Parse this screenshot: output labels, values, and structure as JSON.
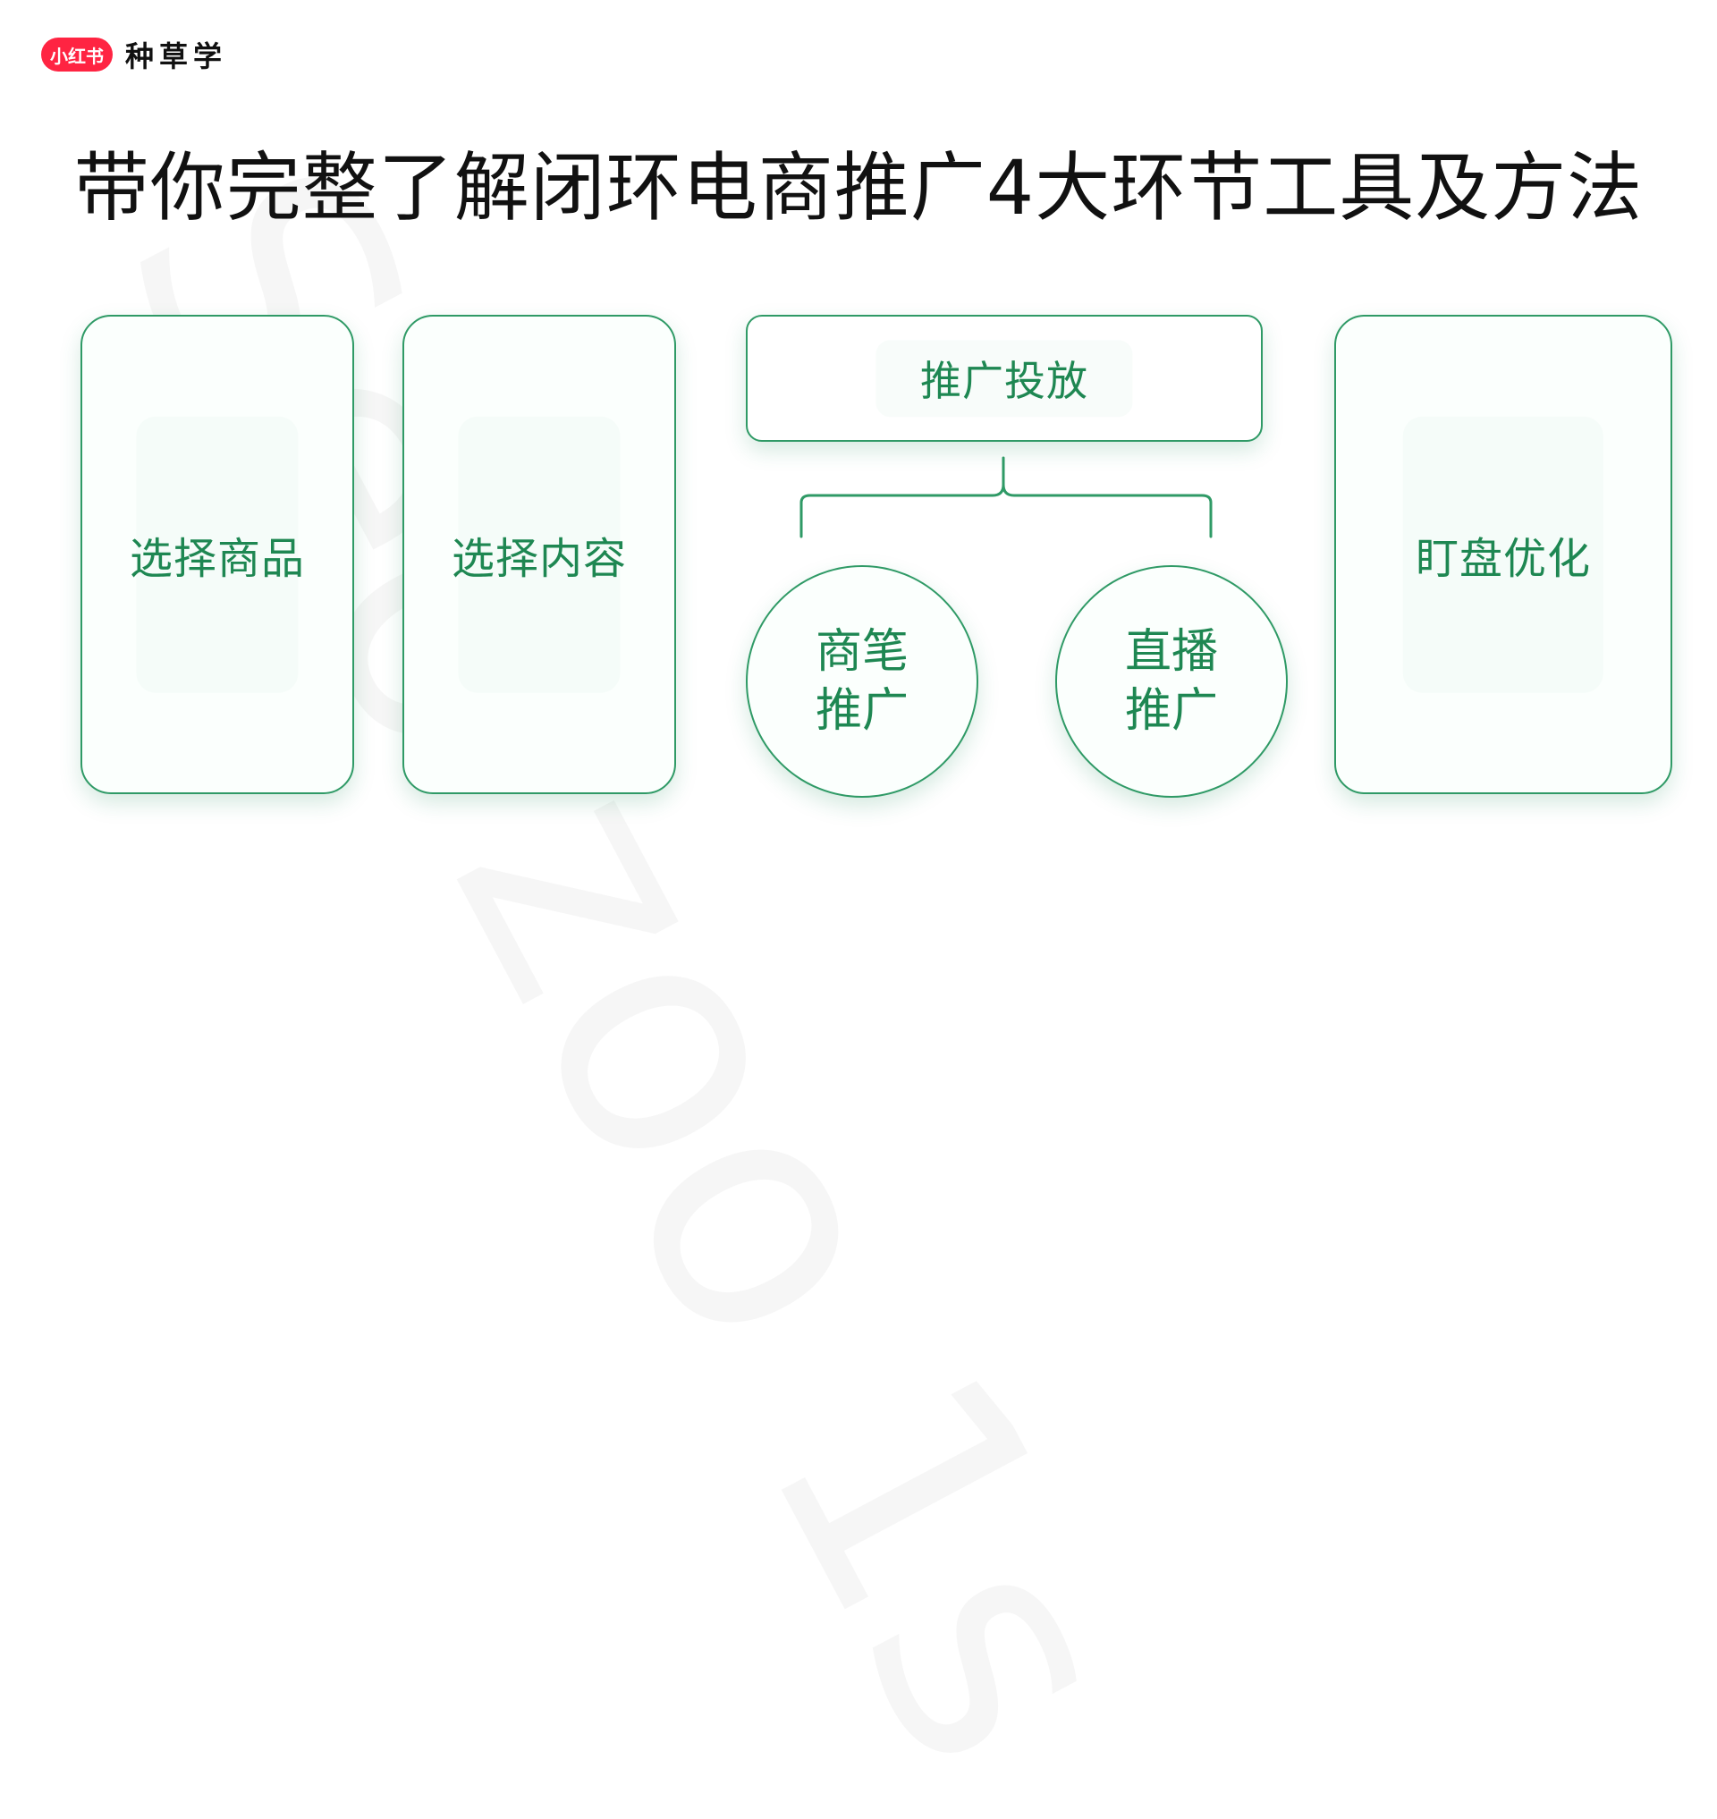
{
  "brand": {
    "badge": "小红书",
    "name": "种草学"
  },
  "title": "带你完整了解闭环电商推广4大环节工具及方法",
  "steps": [
    {
      "label": "选择商品"
    },
    {
      "label": "选择内容"
    },
    {
      "label": "推广投放",
      "children": [
        {
          "label": "商笔推广"
        },
        {
          "label": "直播推广"
        }
      ]
    },
    {
      "label": "盯盘优化"
    }
  ],
  "watermark": "Seo zoo 1s",
  "colors": {
    "accent": "#2f9a66",
    "label": "#1e8752",
    "brand_red": "#ff2442"
  }
}
